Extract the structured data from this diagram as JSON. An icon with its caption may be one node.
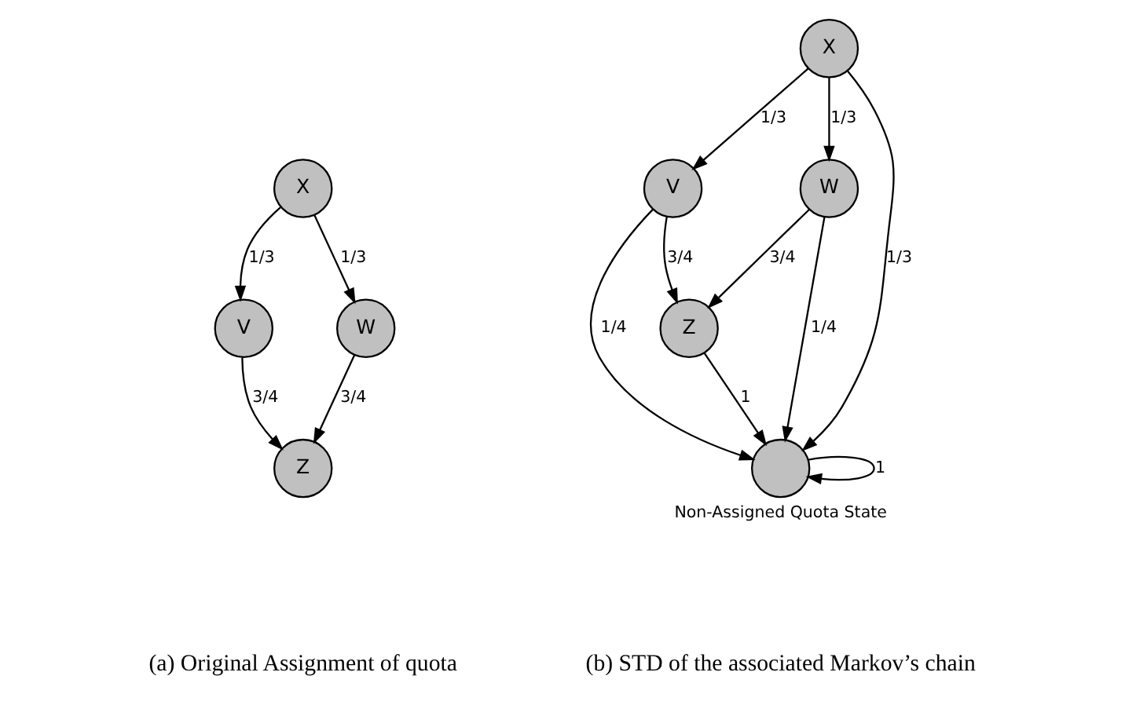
{
  "diagram": {
    "nodes": [
      {
        "text": [
          "X"
        ]
      },
      {
        "text": [
          "V"
        ]
      },
      {
        "text": [
          "W"
        ]
      },
      {
        "text": [
          "Z"
        ]
      },
      {
        "text": [
          "X"
        ]
      },
      {
        "text": [
          "V"
        ]
      },
      {
        "text": [
          "W"
        ]
      },
      {
        "text": [
          "Z"
        ]
      },
      {
        "text": [],
        "shape": "circle",
        "beside": [
          "Non-Assigned Quota State"
        ]
      }
    ],
    "edges": [
      {
        "from": 0,
        "to": 1,
        "arrow": "to",
        "label": "1/3"
      },
      {
        "from": 0,
        "to": 2,
        "arrow": "to",
        "label": "1/3"
      },
      {
        "from": 1,
        "to": 3,
        "arrow": "to",
        "label": "3/4"
      },
      {
        "from": 2,
        "to": 3,
        "arrow": "to",
        "label": "3/4"
      },
      {
        "from": 4,
        "to": 5,
        "arrow": "to",
        "label": "1/3"
      },
      {
        "from": 4,
        "to": 6,
        "arrow": "to",
        "label": "1/3"
      },
      {
        "from": 4,
        "to": 8,
        "arrow": "to",
        "label": "1/3"
      },
      {
        "from": 5,
        "to": 7,
        "arrow": "to",
        "label": "3/4"
      },
      {
        "from": 5,
        "to": 8,
        "arrow": "to",
        "label": "1/4"
      },
      {
        "from": 6,
        "to": 7,
        "arrow": "to",
        "label": "3/4"
      },
      {
        "from": 6,
        "to": 8,
        "arrow": "to",
        "label": "1/4"
      },
      {
        "from": 7,
        "to": 8,
        "arrow": "to",
        "label": "1"
      },
      {
        "from": 8,
        "to": 8,
        "arrow": "to",
        "label": "1"
      }
    ],
    "labels": [
      "(a) Original Assignment of quota",
      "(b) STD of the associated Markov’s chain"
    ]
  }
}
